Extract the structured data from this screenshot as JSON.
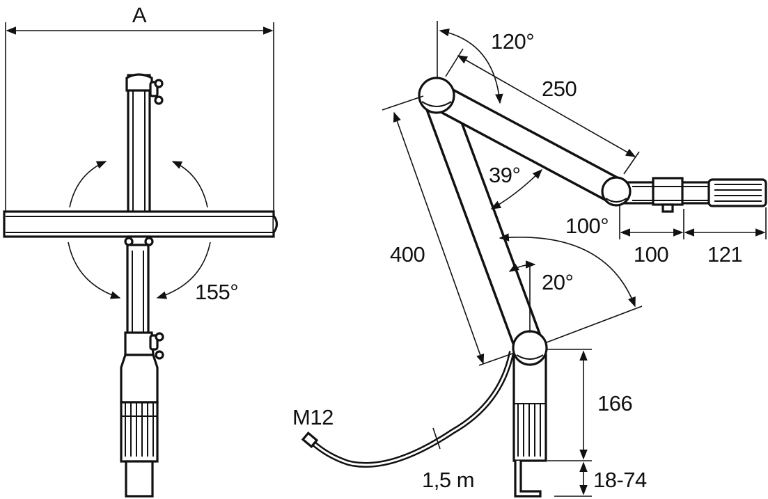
{
  "labels": {
    "width_A": "A",
    "rotation_155": "155°",
    "angle_120": "120°",
    "length_250": "250",
    "angle_39": "39°",
    "angle_100": "100°",
    "len_100": "100",
    "len_121": "121",
    "length_400": "400",
    "angle_20": "20°",
    "height_166": "166",
    "clamp_18_74": "18-74",
    "connector_M12": "M12",
    "cable_1_5m": "1,5 m"
  },
  "colors": {
    "line": "#111111",
    "background": "#ffffff"
  }
}
